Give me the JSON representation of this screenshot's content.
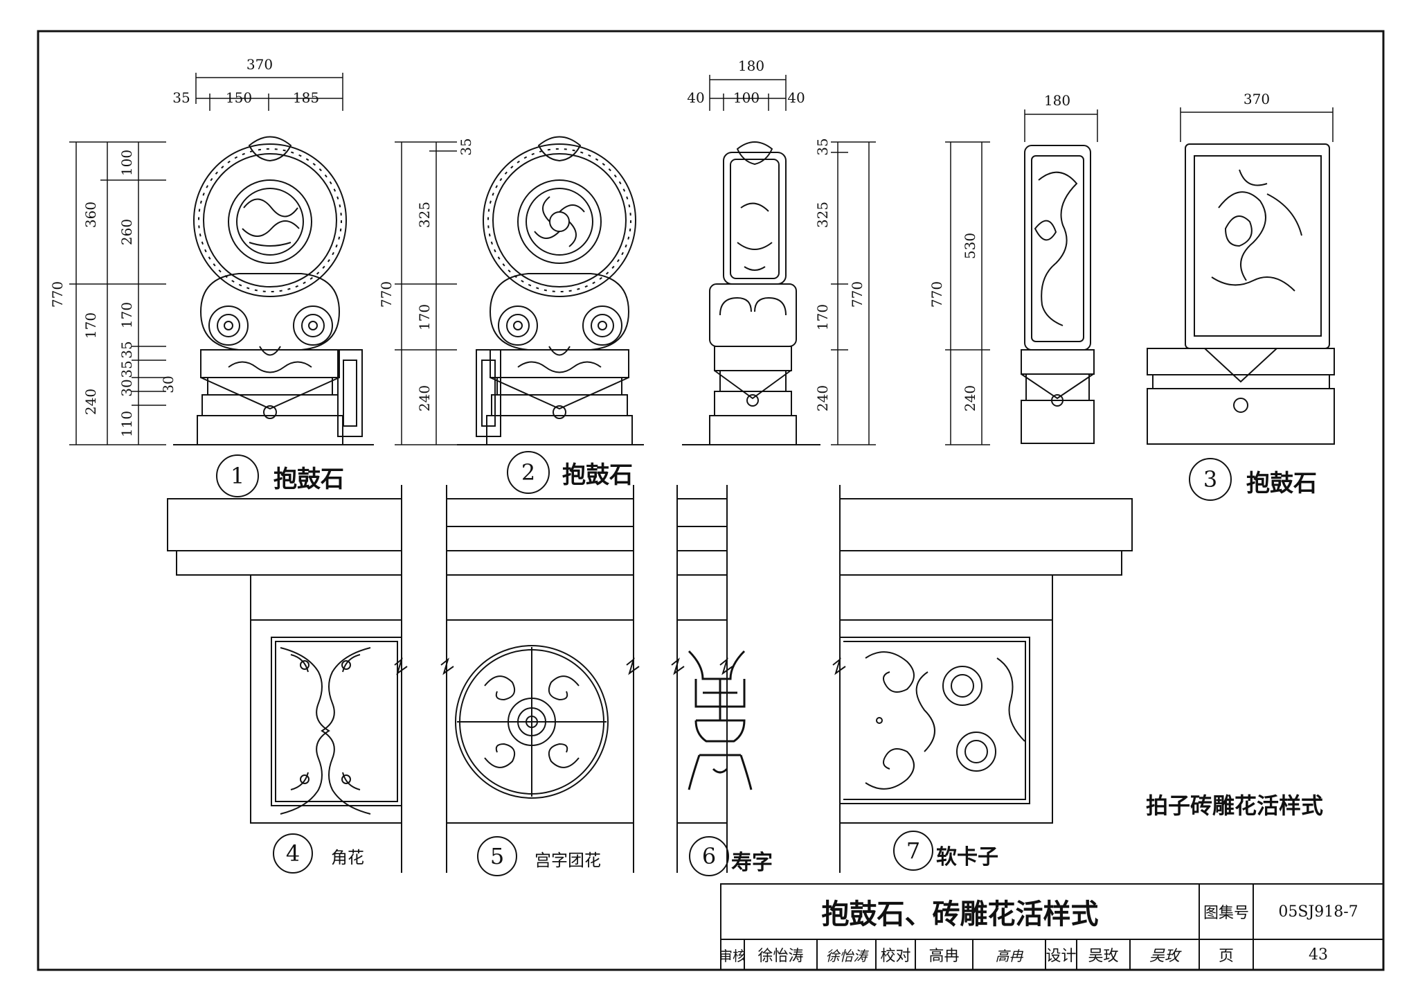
{
  "stone_label": "抱鼓石",
  "drawing_numbers": [
    "1",
    "2",
    "3",
    "4",
    "5",
    "6",
    "7"
  ],
  "carving_labels": [
    "角花",
    "宫字团花",
    "寿字",
    "软卡子"
  ],
  "section_title": "拍子砖雕花活样式",
  "dims": {
    "d370": "370",
    "d35": "35",
    "d150": "150",
    "d185": "185",
    "d180": "180",
    "d40": "40",
    "d100": "100",
    "d770": "770",
    "d360": "360",
    "d260": "260",
    "d170": "170",
    "d240": "240",
    "d30": "30",
    "d110": "110",
    "d325": "325",
    "d530": "530"
  },
  "title_block": {
    "title": "抱鼓石、砖雕花活样式",
    "atlas_label": "图集号",
    "atlas_no": "05SJ918-7",
    "review_label": "审核",
    "reviewer": "徐怡涛",
    "reviewer_sig": "徐怡涛",
    "check_label": "校对",
    "checker": "高冉",
    "checker_sig": "高冉",
    "design_label": "设计",
    "designer": "吴玫",
    "designer_sig": "吴玫",
    "page_label": "页",
    "page_no": "43"
  }
}
